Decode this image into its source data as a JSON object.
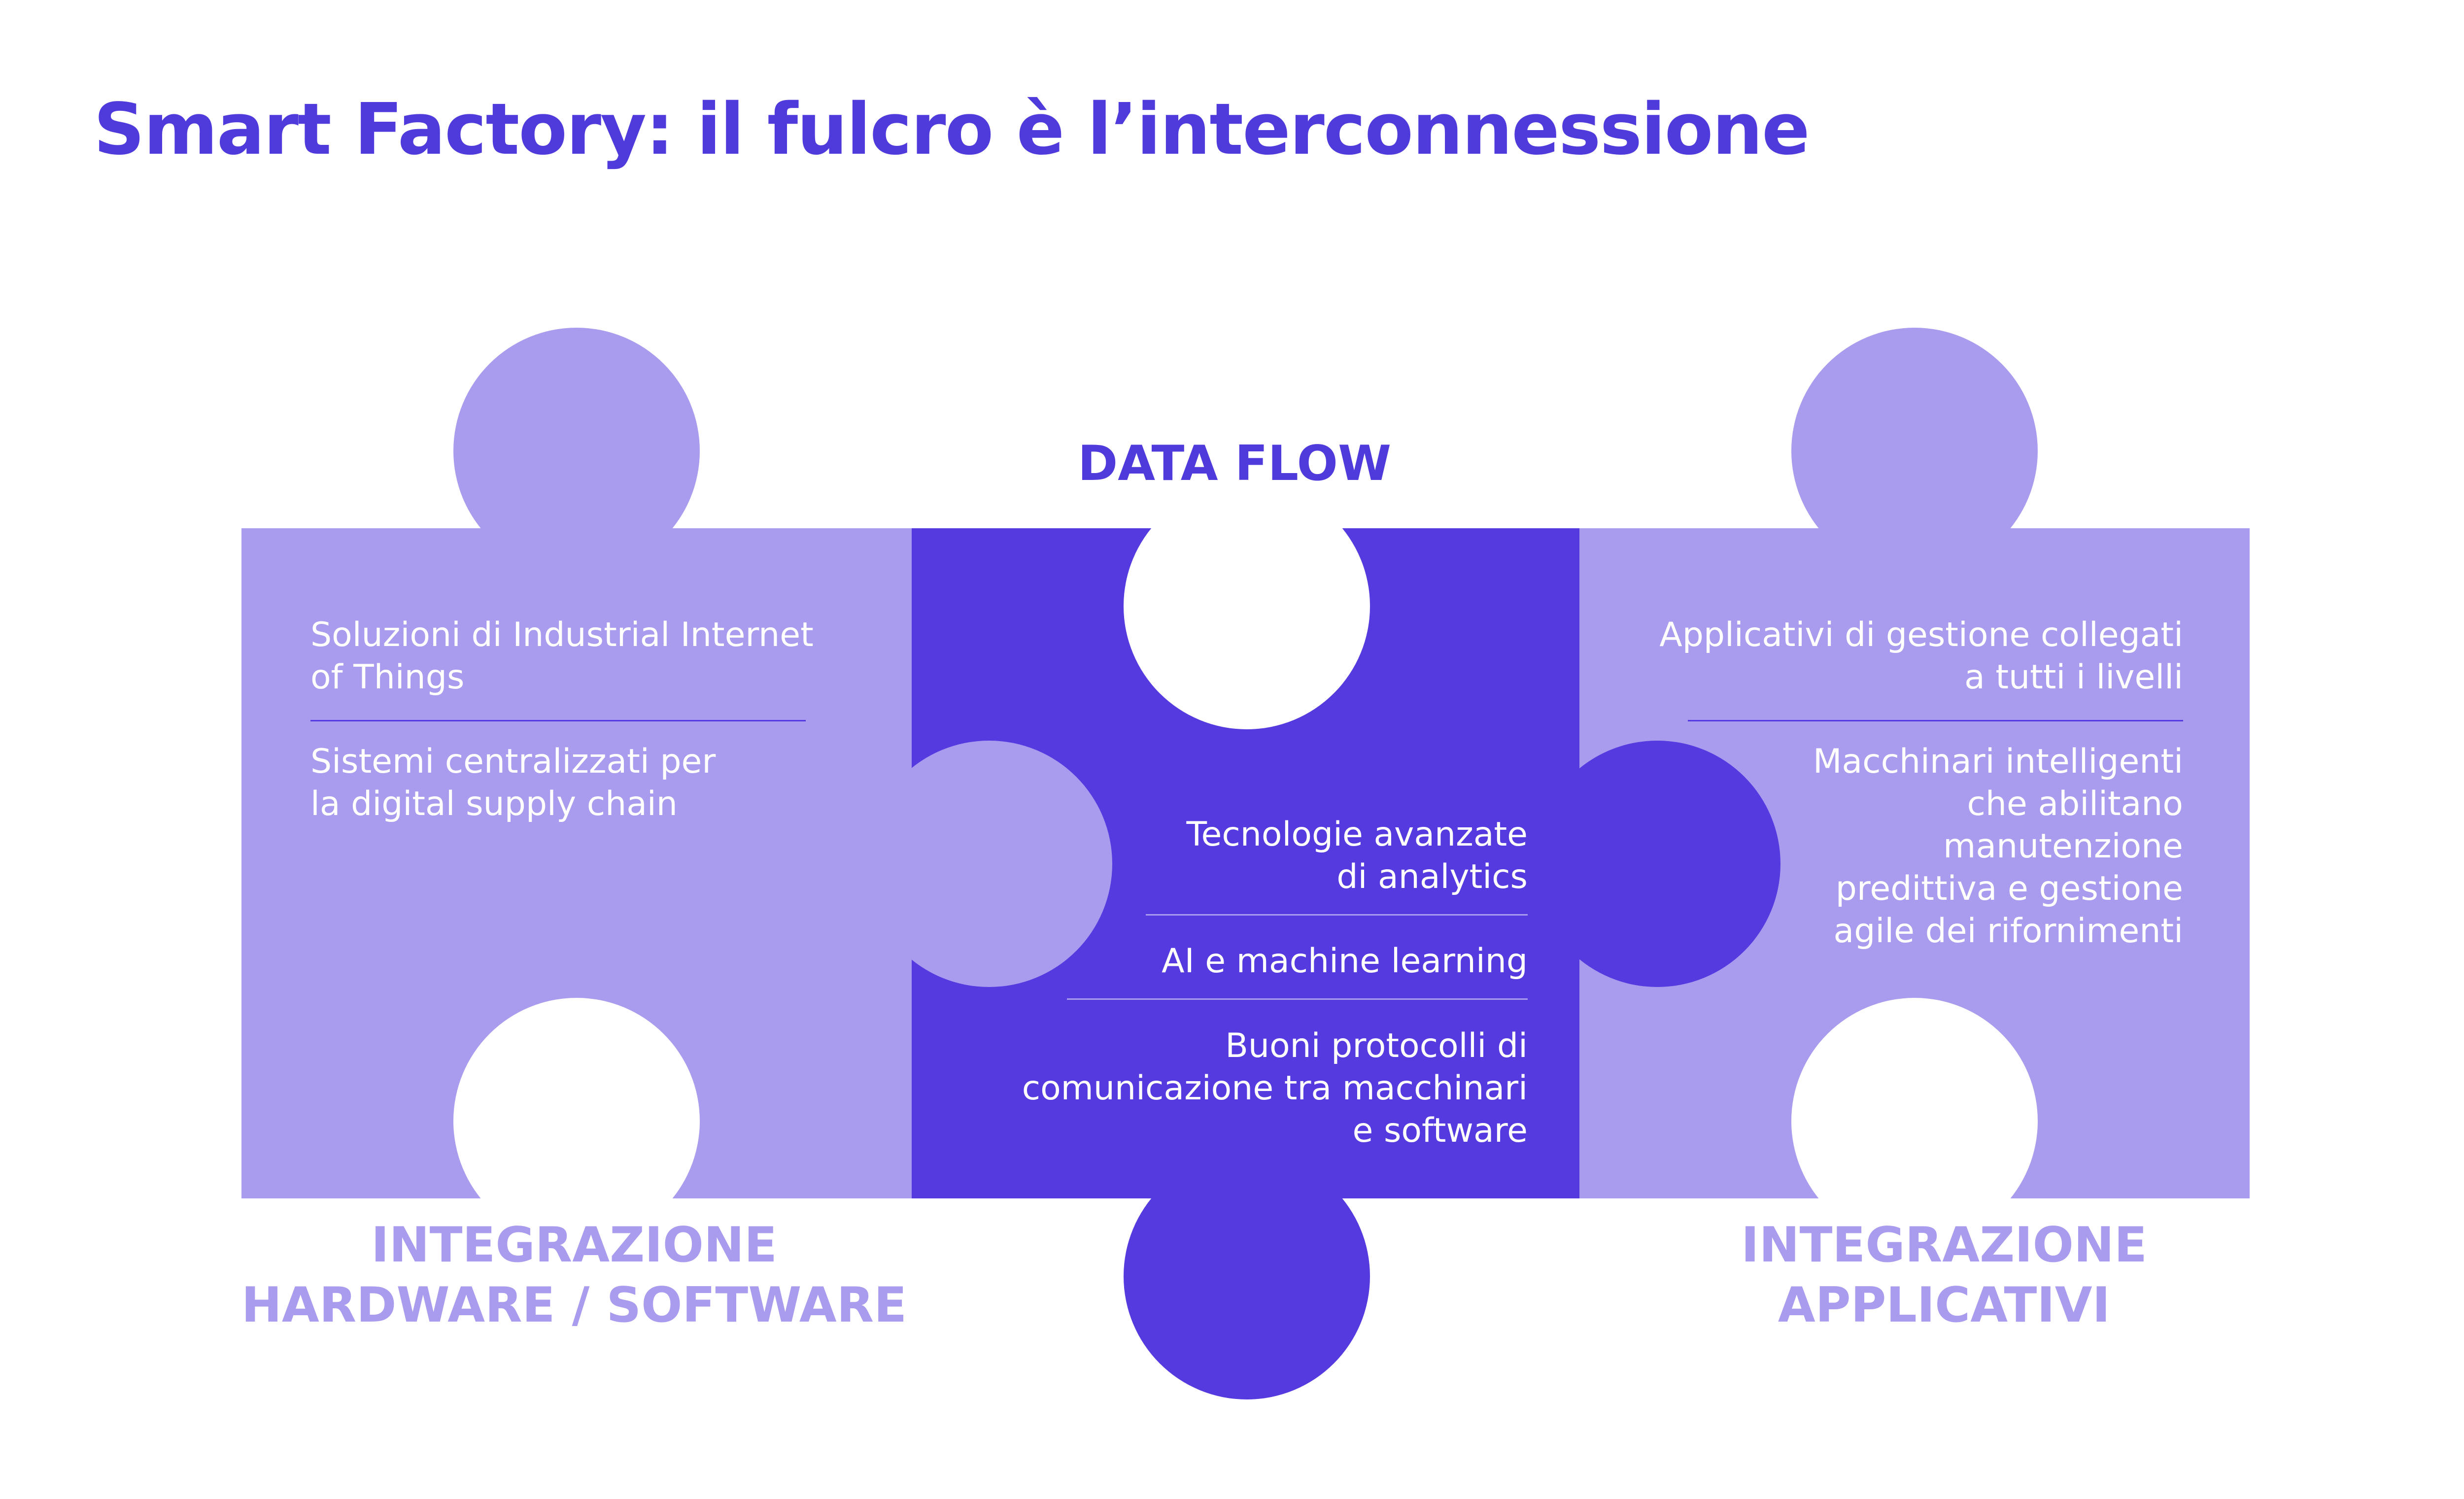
{
  "title": "Smart Factory: il fulcro è l’interconnessione",
  "colors": {
    "title": "#4f3bdb",
    "dark_piece": "#553ae0",
    "light_piece": "#a99cee",
    "outer_label": "#a99cee",
    "text_on_piece": "#ffffff",
    "background": "#ffffff"
  },
  "pieces": {
    "center": {
      "label": "DATA FLOW",
      "items": [
        [
          "Tecnologie avanzate",
          "di analytics"
        ],
        [
          "AI e machine learning"
        ],
        [
          "Buoni protocolli di",
          "comunicazione tra macchinari",
          "e software"
        ]
      ]
    },
    "left": {
      "label": [
        "INTEGRAZIONE",
        "HARDWARE / SOFTWARE"
      ],
      "items": [
        [
          "Soluzioni di Industrial Internet",
          "of Things"
        ],
        [
          "Sistemi centralizzati per",
          "la digital supply chain"
        ]
      ]
    },
    "right": {
      "label": [
        "INTEGRAZIONE",
        "APPLICATIVI"
      ],
      "items": [
        [
          "Applicativi di gestione collegati",
          "a tutti i livelli"
        ],
        [
          "Macchinari intelligenti",
          "che abilitano",
          "manutenzione",
          "predittiva e gestione",
          "agile dei rifornimenti"
        ]
      ]
    }
  }
}
